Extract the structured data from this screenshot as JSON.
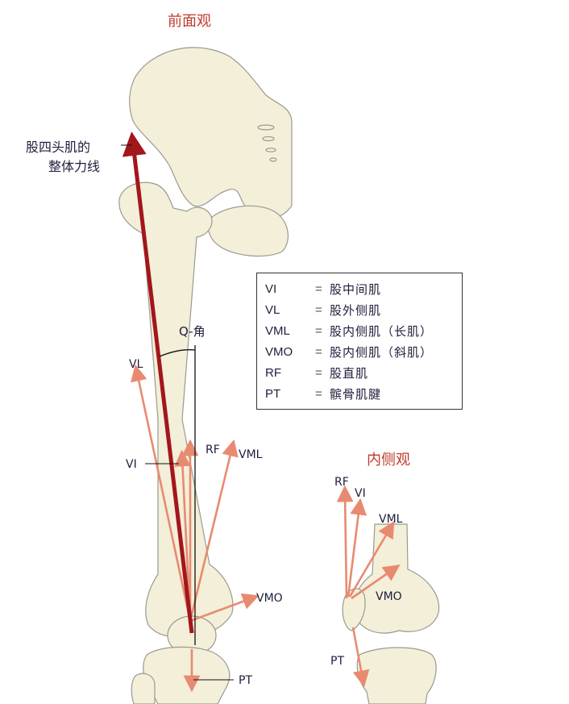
{
  "colors": {
    "bone": "#f3efd9",
    "bone_outline": "#9a9a90",
    "total_force": "#a3161c",
    "muscle_force": "#e88a70",
    "title": "#c0392b",
    "label": "#1e1e3c"
  },
  "titles": {
    "anterior_view": "前面观",
    "medial_view": "内侧观"
  },
  "labels": {
    "total_force_line_1": "股四头肌的",
    "total_force_line_2": "整体力线",
    "q_angle": "Q-角",
    "VL": "VL",
    "VI": "VI",
    "RF": "RF",
    "VML": "VML",
    "VMO": "VMO",
    "PT": "PT",
    "medial_RF": "RF",
    "medial_VI": "VI",
    "medial_VML": "VML",
    "medial_VMO": "VMO",
    "medial_PT": "PT"
  },
  "legend": [
    {
      "abbr": "VI",
      "eq": "=",
      "name": "股中间肌"
    },
    {
      "abbr": "VL",
      "eq": "=",
      "name": "股外侧肌"
    },
    {
      "abbr": "VML",
      "eq": "=",
      "name": "股内侧肌（长肌）"
    },
    {
      "abbr": "VMO",
      "eq": "=",
      "name": "股内侧肌（斜肌）"
    },
    {
      "abbr": "RF",
      "eq": "=",
      "name": "股直肌"
    },
    {
      "abbr": "PT",
      "eq": "=",
      "name": "髌骨肌腱"
    }
  ]
}
